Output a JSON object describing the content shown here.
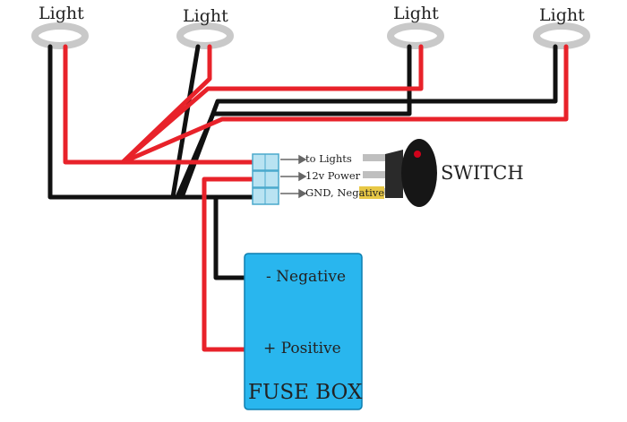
{
  "lights": [
    {
      "label": "Light"
    },
    {
      "label": "Light"
    },
    {
      "label": "Light"
    },
    {
      "label": "Light"
    }
  ],
  "connector": {
    "pins": [
      {
        "label": "to Lights"
      },
      {
        "label": "12v Power"
      },
      {
        "label_plain": "GND, Neg",
        "label_highlight": "ative"
      }
    ]
  },
  "switch": {
    "label": "SWITCH"
  },
  "fuse_box": {
    "title": "FUSE BOX",
    "negative_label": "- Negative",
    "positive_label": "+ Positive"
  },
  "colors": {
    "wire_red": "#e8222a",
    "wire_black": "#111111",
    "fuse_fill": "#29b6ee",
    "light_ring": "#c9c9c9",
    "switch_led": "#d0021b",
    "connector": "#b9e3f2",
    "gnd_highlight": "#e8c846"
  }
}
